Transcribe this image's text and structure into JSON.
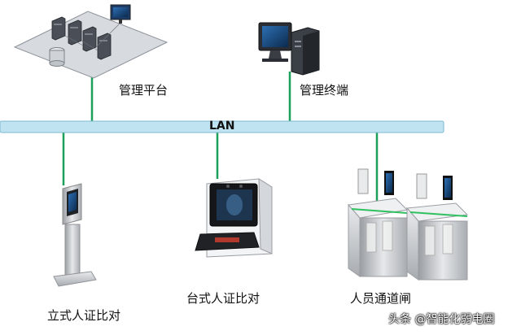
{
  "diagram": {
    "bus_label": "LAN",
    "nodes": {
      "platform": {
        "label": "管理平台",
        "icon": "server-cluster-icon"
      },
      "terminal": {
        "label": "管理终端",
        "icon": "desktop-computer-icon"
      },
      "standing_kiosk": {
        "label": "立式人证比对",
        "icon": "standing-kiosk-icon"
      },
      "desktop_kiosk": {
        "label": "台式人证比对",
        "icon": "desktop-verification-terminal-icon"
      },
      "turnstile": {
        "label": "人员通道闸",
        "icon": "speed-gate-turnstile-icon"
      }
    },
    "colors": {
      "bus": "#bfe3f0",
      "bus_stroke": "#7fb9cf",
      "link": "#1aa05a"
    }
  },
  "watermark": "头条 @智能化弱电圈"
}
